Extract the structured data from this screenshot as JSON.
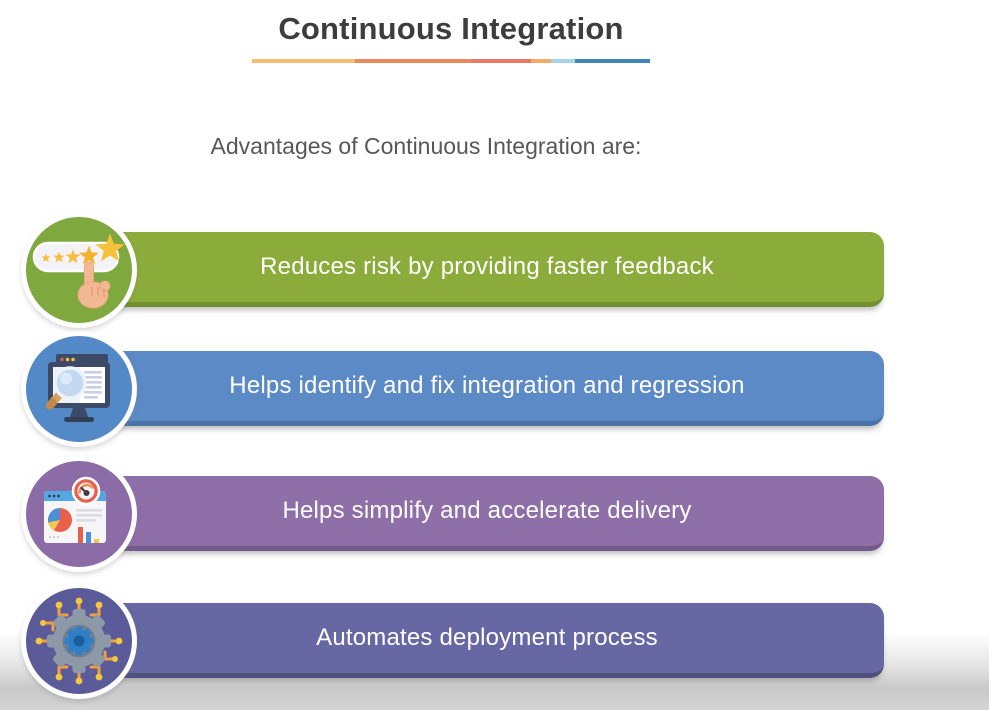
{
  "title": "Continuous Integration",
  "subtitle": "Advantages of Continuous Integration are:",
  "underline_colors": [
    "#f3be6e",
    "#e78b5c",
    "#ea7a68",
    "#f2ac63",
    "#a6d4e6",
    "#3e86b8"
  ],
  "advantages": [
    {
      "label": "Reduces risk by providing faster feedback",
      "bar_color": "#8bac3b",
      "bar_shadow": "#71902f",
      "circle_color": "#7fa83e",
      "icon": "star-rating-icon"
    },
    {
      "label": "Helps identify and fix integration and regression",
      "bar_color": "#5c8ac6",
      "bar_shadow": "#4a74a8",
      "circle_color": "#5389c6",
      "icon": "monitor-search-icon"
    },
    {
      "label": "Helps simplify and accelerate delivery",
      "bar_color": "#8e6fa8",
      "bar_shadow": "#735a8c",
      "circle_color": "#8c6ca7",
      "icon": "analytics-dashboard-icon"
    },
    {
      "label": "Automates deployment process",
      "bar_color": "#6767a4",
      "bar_shadow": "#50507f",
      "circle_color": "#5b5b99",
      "icon": "gear-circuit-icon"
    }
  ]
}
